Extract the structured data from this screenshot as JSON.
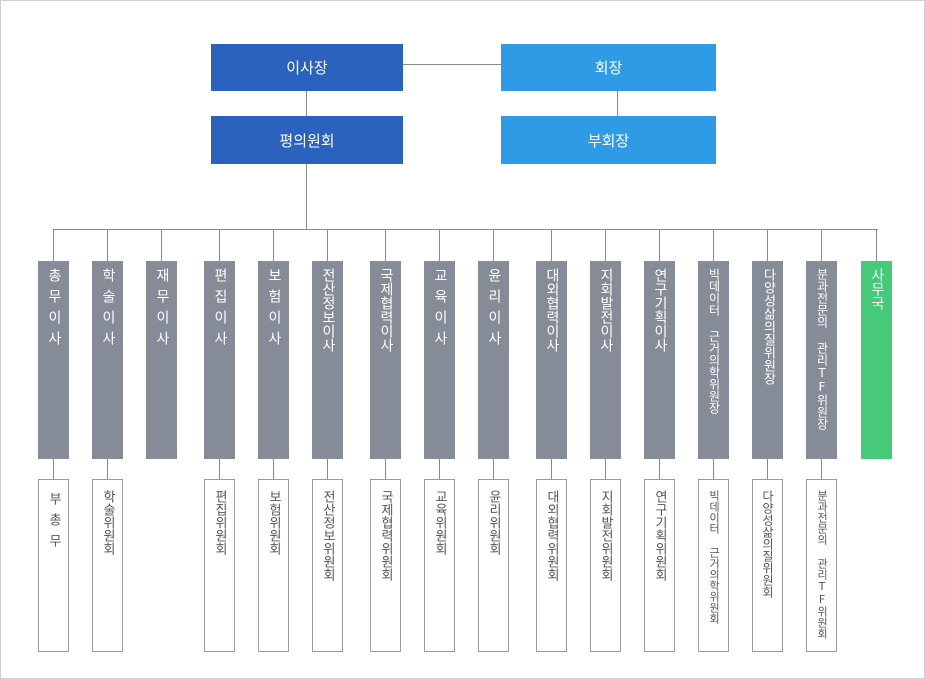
{
  "top": {
    "chairman_board": "이사장",
    "president": "회장",
    "council": "평의원회",
    "vice_president": "부회장"
  },
  "departments": [
    {
      "label": "총무이사",
      "committee": "부총무"
    },
    {
      "label": "학술이사",
      "committee": "학술위원회"
    },
    {
      "label": "재무이사",
      "committee": ""
    },
    {
      "label": "편집이사",
      "committee": "편집위원회"
    },
    {
      "label": "보험이사",
      "committee": "보험위원회"
    },
    {
      "label": "전산정보이사",
      "committee": "전산정보위원회"
    },
    {
      "label": "국제협력이사",
      "committee": "국제협력위원회"
    },
    {
      "label": "교육이사",
      "committee": "교육위원회"
    },
    {
      "label": "윤리이사",
      "committee": "윤리위원회"
    },
    {
      "label": "대외협력이사",
      "committee": "대외협력위원회"
    },
    {
      "label": "지회발전이사",
      "committee": "지회발전위원회"
    },
    {
      "label": "연구기획이사",
      "committee": "연구기획위원회"
    },
    {
      "label": "빅데이터 근거의학위원장",
      "committee": "빅데이터 근거의학위원회"
    },
    {
      "label": "다양성삶의질위원장",
      "committee": "다양성삶의질위원회"
    },
    {
      "label": "분과전문의 관리TF위원장",
      "committee": "분과전문의 관리TF위원회"
    },
    {
      "label": "사무국",
      "committee": ""
    }
  ]
}
